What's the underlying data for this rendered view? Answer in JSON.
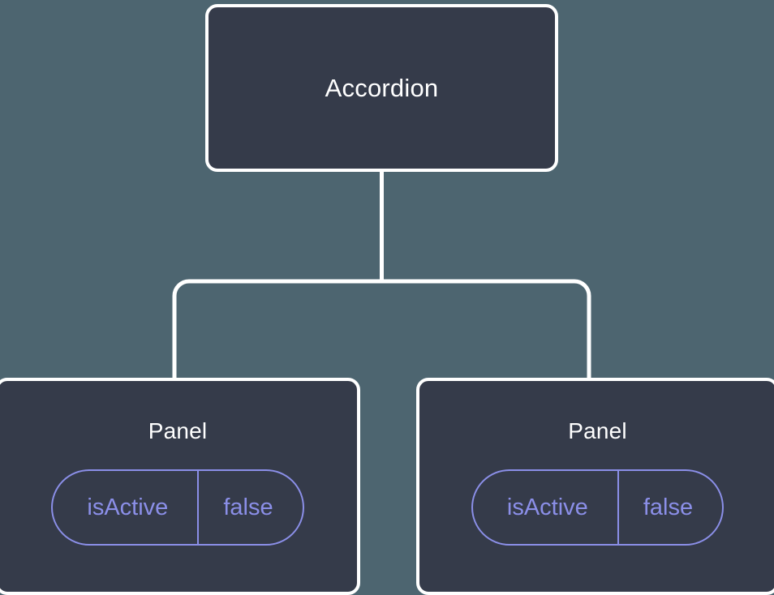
{
  "diagram": {
    "type": "component-tree",
    "background_color": "#4d6570",
    "node_fill_color": "#353b4a",
    "node_border_color": "#ffffff",
    "edge_color": "#ffffff",
    "accent_color": "#8b8fe8",
    "title_color": "#ffffff"
  },
  "root": {
    "title": "Accordion"
  },
  "children": [
    {
      "title": "Panel",
      "state": {
        "key": "isActive",
        "value": "false"
      }
    },
    {
      "title": "Panel",
      "state": {
        "key": "isActive",
        "value": "false"
      }
    }
  ]
}
